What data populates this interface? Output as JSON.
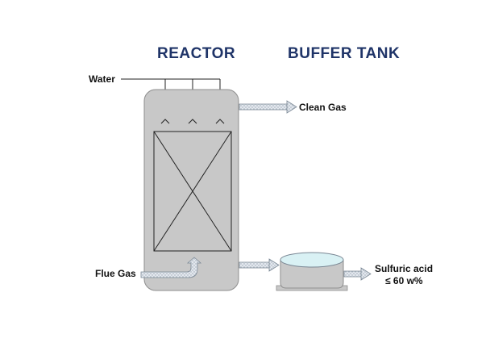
{
  "titles": {
    "reactor": "REACTOR",
    "buffer_tank": "BUFFER TANK"
  },
  "labels": {
    "water": "Water",
    "clean_gas": "Clean Gas",
    "flue_gas": "Flue Gas",
    "sulfuric_acid": "Sulfuric acid",
    "sulfuric_acid_concentration": "≤ 60 w%"
  },
  "colors": {
    "title": "#1f3468",
    "vessel_fill": "#c8c8c8",
    "liquid": "#d9f1f4",
    "arrow_fill": "#dde3ea",
    "line": "#222222"
  }
}
